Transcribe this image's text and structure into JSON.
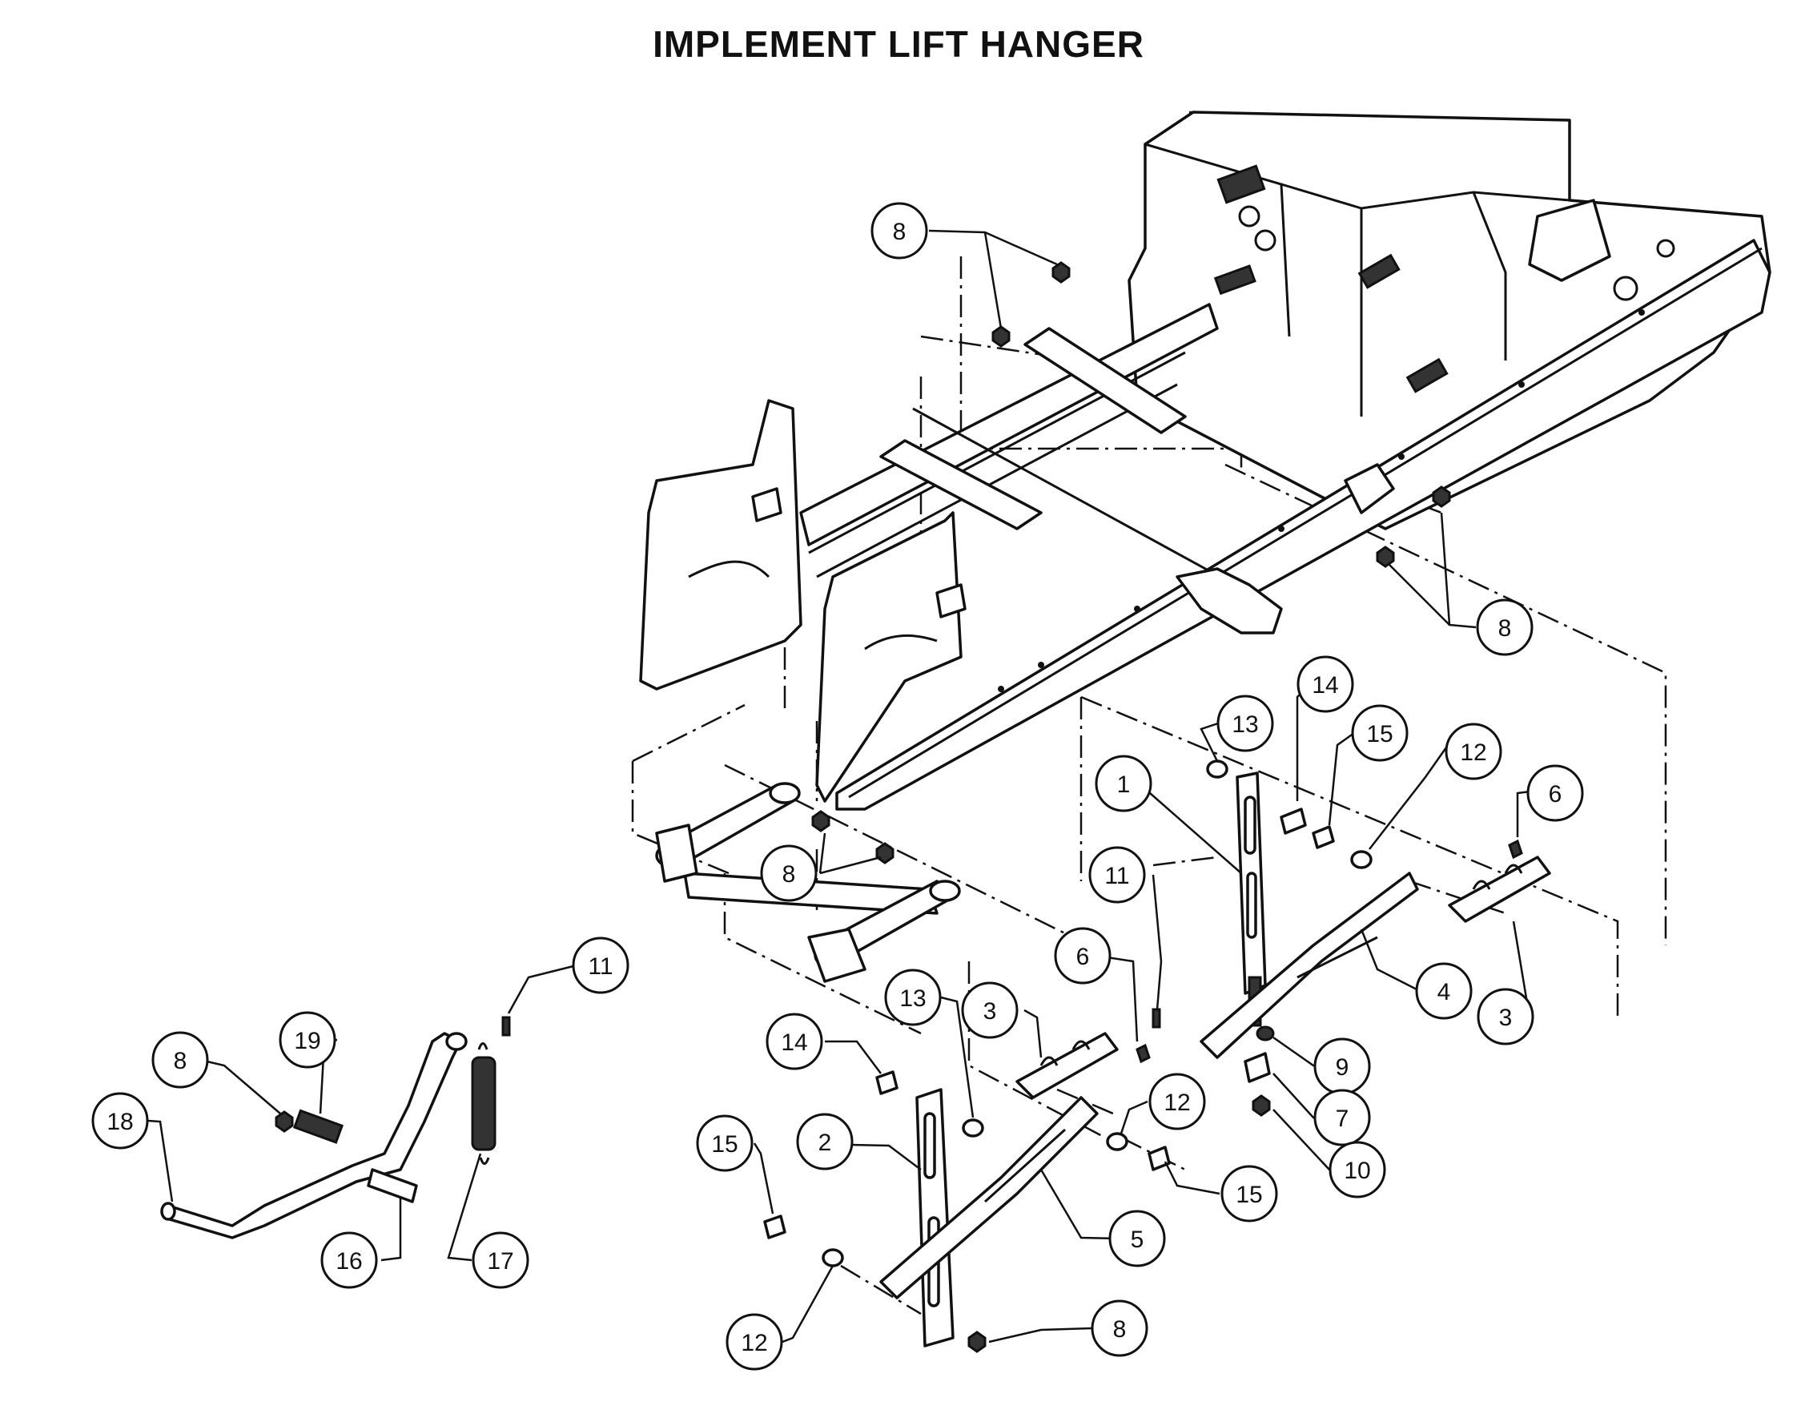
{
  "title": "IMPLEMENT LIFT HANGER",
  "callouts": [
    {
      "label": "8"
    },
    {
      "label": "8"
    },
    {
      "label": "8"
    },
    {
      "label": "8"
    },
    {
      "label": "8"
    },
    {
      "label": "13"
    },
    {
      "label": "14"
    },
    {
      "label": "15"
    },
    {
      "label": "12"
    },
    {
      "label": "6"
    },
    {
      "label": "1"
    },
    {
      "label": "11"
    },
    {
      "label": "6"
    },
    {
      "label": "3"
    },
    {
      "label": "4"
    },
    {
      "label": "3"
    },
    {
      "label": "9"
    },
    {
      "label": "7"
    },
    {
      "label": "10"
    },
    {
      "label": "13"
    },
    {
      "label": "14"
    },
    {
      "label": "2"
    },
    {
      "label": "12"
    },
    {
      "label": "15"
    },
    {
      "label": "5"
    },
    {
      "label": "15"
    },
    {
      "label": "12"
    },
    {
      "label": "11"
    },
    {
      "label": "19"
    },
    {
      "label": "18"
    },
    {
      "label": "16"
    },
    {
      "label": "17"
    }
  ]
}
